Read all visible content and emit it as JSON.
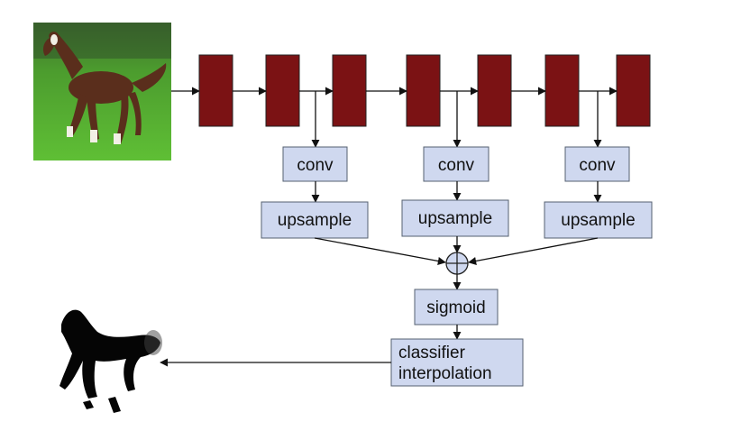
{
  "colors": {
    "background": "#ffffff",
    "layer_block": "#7b1214",
    "module_fill": "#cfd8ef",
    "module_stroke": "#556070",
    "arrow": "#111111",
    "grass": "#4aa32c",
    "horse": "#5a2e1c",
    "mask": "#050505"
  },
  "images": {
    "input_image": "horse-photo-icon",
    "output_mask": "horse-silhouette-mask-icon"
  },
  "backbone": {
    "layer_count": 7
  },
  "branches": [
    {
      "conv": "conv",
      "upsample": "upsample"
    },
    {
      "conv": "conv",
      "upsample": "upsample"
    },
    {
      "conv": "conv",
      "upsample": "upsample"
    }
  ],
  "fusion": {
    "operator_icon": "circled-plus-icon"
  },
  "sigmoid": "sigmoid",
  "classifier_line1": "classifier",
  "classifier_line2": "interpolation"
}
